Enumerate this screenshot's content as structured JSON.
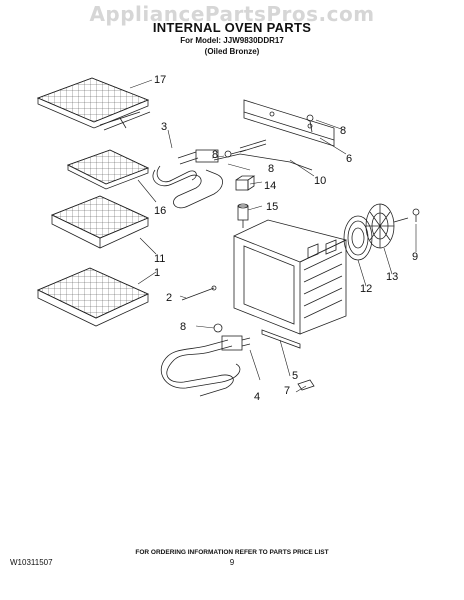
{
  "watermark": "AppliancePartsPros.com",
  "header": {
    "title": "INTERNAL OVEN PARTS",
    "model_line": "For Model: JJW9830DDR17",
    "finish_line": "(Oiled Bronze)"
  },
  "footer": {
    "ordering_note": "FOR ORDERING INFORMATION REFER TO PARTS PRICE LIST",
    "doc_id": "W10311507",
    "page_number": "9"
  },
  "callouts": {
    "c1": "1",
    "c2": "2",
    "c3": "3",
    "c4": "4",
    "c5": "5",
    "c6": "6",
    "c7": "7",
    "c8a": "8",
    "c8b": "8",
    "c8c": "8",
    "c8d": "8",
    "c9": "9",
    "c10": "10",
    "c11": "11",
    "c12": "12",
    "c13": "13",
    "c14": "14",
    "c15": "15",
    "c16": "16",
    "c17": "17"
  }
}
